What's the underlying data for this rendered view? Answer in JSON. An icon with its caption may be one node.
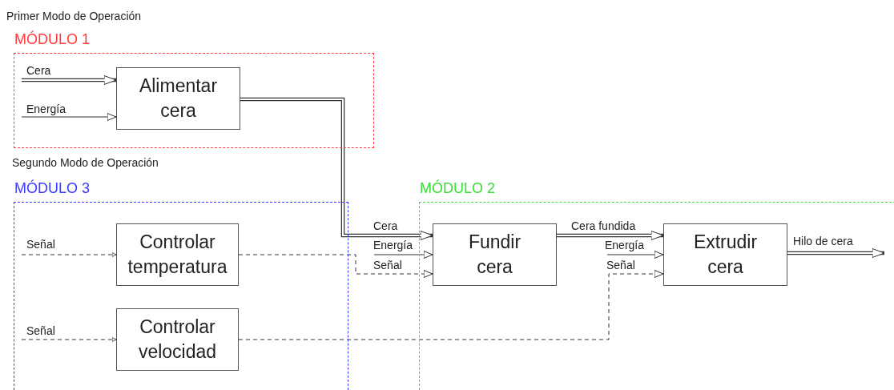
{
  "diagram": {
    "nodes": [
      {
        "text": [
          "MÓDULO 1"
        ]
      },
      {
        "text": [
          "Alimentar cera"
        ],
        "in": 0
      },
      {
        "text": [
          "MÓDULO 3"
        ]
      },
      {
        "text": [
          "Controlar temperatura"
        ],
        "in": 2
      },
      {
        "text": [
          "Controlar velocidad"
        ],
        "in": 2
      },
      {
        "text": [
          "MÓDULO 2"
        ]
      },
      {
        "text": [
          "Fundir cera"
        ],
        "in": 5
      },
      {
        "text": [
          "Extrudir cera"
        ],
        "in": 5
      }
    ],
    "edges": [
      {
        "from": null,
        "to": 1,
        "arrow": "to",
        "label": "Cera",
        "style": "thick"
      },
      {
        "from": null,
        "to": 1,
        "arrow": "to",
        "label": "Energía"
      },
      {
        "from": 1,
        "to": 6,
        "arrow": "to",
        "label": "Cera",
        "style": "thick"
      },
      {
        "from": null,
        "to": 6,
        "arrow": "to",
        "label": "Energía"
      },
      {
        "from": 3,
        "to": 6,
        "arrow": "to",
        "label": "Señal",
        "style": "dashed"
      },
      {
        "from": null,
        "to": 3,
        "arrow": "to",
        "label": "Señal",
        "style": "dashed"
      },
      {
        "from": null,
        "to": 4,
        "arrow": "to",
        "label": "Señal",
        "style": "dashed"
      },
      {
        "from": 6,
        "to": 7,
        "arrow": "to",
        "label": "Cera fundida",
        "style": "thick"
      },
      {
        "from": null,
        "to": 7,
        "arrow": "to",
        "label": "Energía"
      },
      {
        "from": 4,
        "to": 7,
        "arrow": "to",
        "label": "Señal",
        "style": "dashed"
      },
      {
        "from": 7,
        "to": null,
        "arrow": "to",
        "label": "Hilo de cera",
        "style": "thick"
      }
    ],
    "labels": [
      "Primer Modo de Operación",
      "Segundo Modo de Operación"
    ]
  }
}
